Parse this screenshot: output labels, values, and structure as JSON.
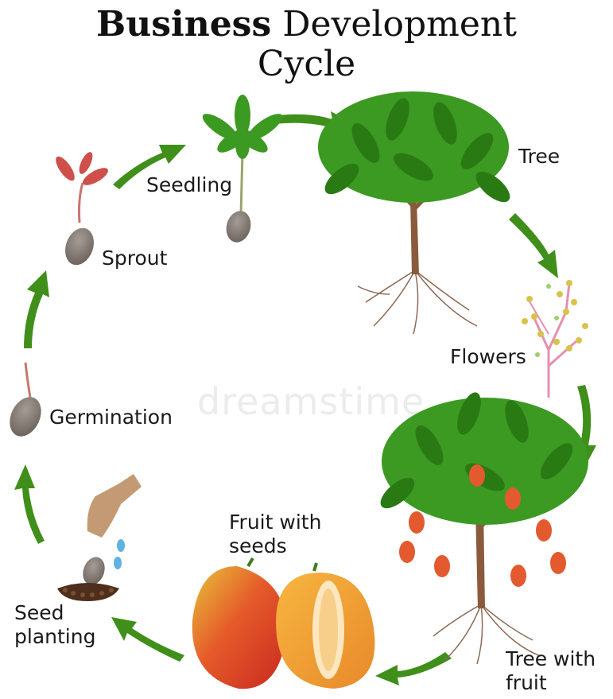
{
  "title": {
    "bold": "Business",
    "rest_line1": " Development",
    "line2": "Cycle"
  },
  "watermark": "dreamstime",
  "stages": [
    {
      "key": "seed-planting",
      "lines": [
        "Seed",
        "planting"
      ]
    },
    {
      "key": "germination",
      "lines": [
        "Germination"
      ]
    },
    {
      "key": "sprout",
      "lines": [
        "Sprout"
      ]
    },
    {
      "key": "seedling",
      "lines": [
        "Seedling"
      ]
    },
    {
      "key": "tree",
      "lines": [
        "Tree"
      ]
    },
    {
      "key": "flowers",
      "lines": [
        "Flowers"
      ]
    },
    {
      "key": "tree-with-fruit",
      "lines": [
        "Tree with",
        "fruit"
      ]
    },
    {
      "key": "fruit-with-seeds",
      "lines": [
        "Fruit with",
        "seeds"
      ]
    }
  ],
  "colors": {
    "arrow": "#3f8f1a",
    "leaf": "#3c9a22",
    "leaf_dark": "#2a7a14",
    "trunk": "#8b5a3c",
    "seed": "#7a6e66",
    "flower_stem": "#e58fb0",
    "flower_bud": "#d9c24a",
    "mango_red": "#d9412a",
    "mango_yellow": "#f2a630"
  },
  "icons": [
    "seed-planting-icon",
    "germination-icon",
    "sprout-icon",
    "seedling-icon",
    "tree-icon",
    "flowers-icon",
    "fruit-tree-icon",
    "mango-fruit-icon"
  ]
}
